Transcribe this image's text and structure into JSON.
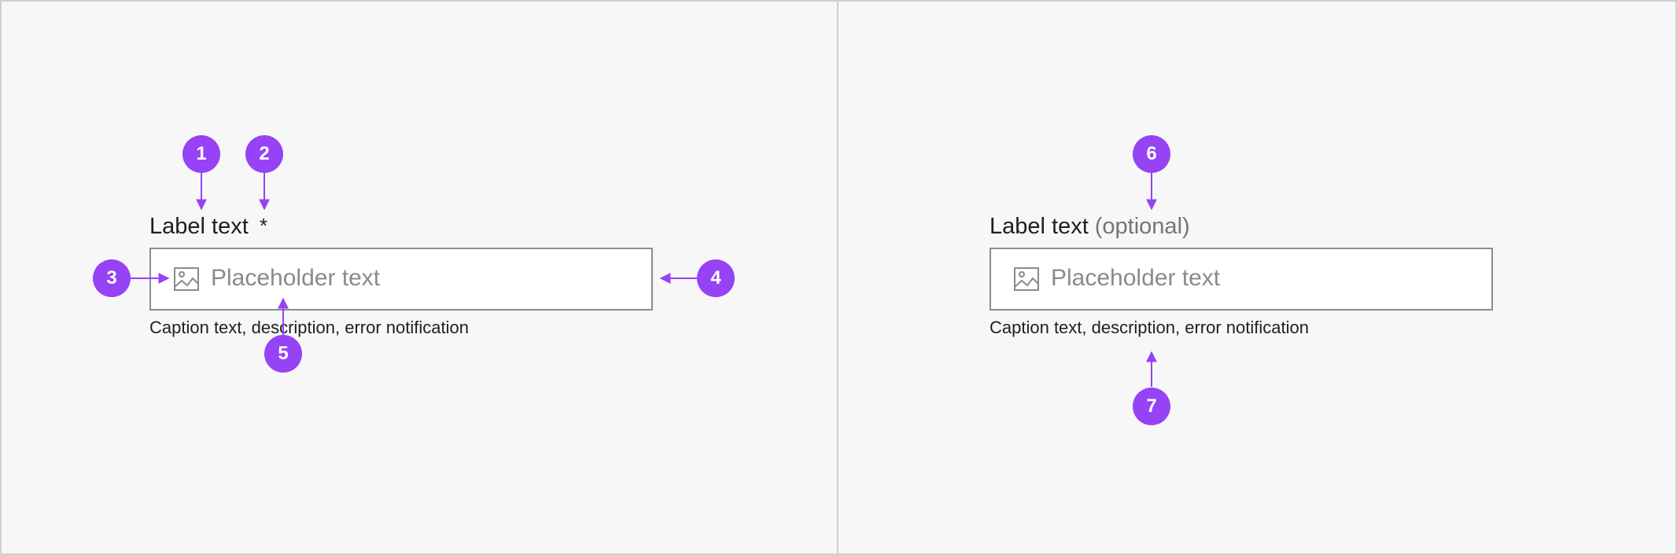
{
  "colors": {
    "accent": "#9642f5",
    "panel_bg": "#f7f7f7",
    "input_border": "#8c8c8c",
    "placeholder": "#8a8a8a"
  },
  "left_example": {
    "label": "Label text",
    "required_marker": "*",
    "placeholder": "Placeholder text",
    "caption": "Caption text, description, error notification",
    "icon": "image-icon"
  },
  "right_example": {
    "label": "Label text",
    "optional_marker": "(optional)",
    "placeholder": "Placeholder text",
    "caption": "Caption text, description, error notification",
    "icon": "image-icon"
  },
  "callouts": [
    "1",
    "2",
    "3",
    "4",
    "5",
    "6",
    "7"
  ]
}
